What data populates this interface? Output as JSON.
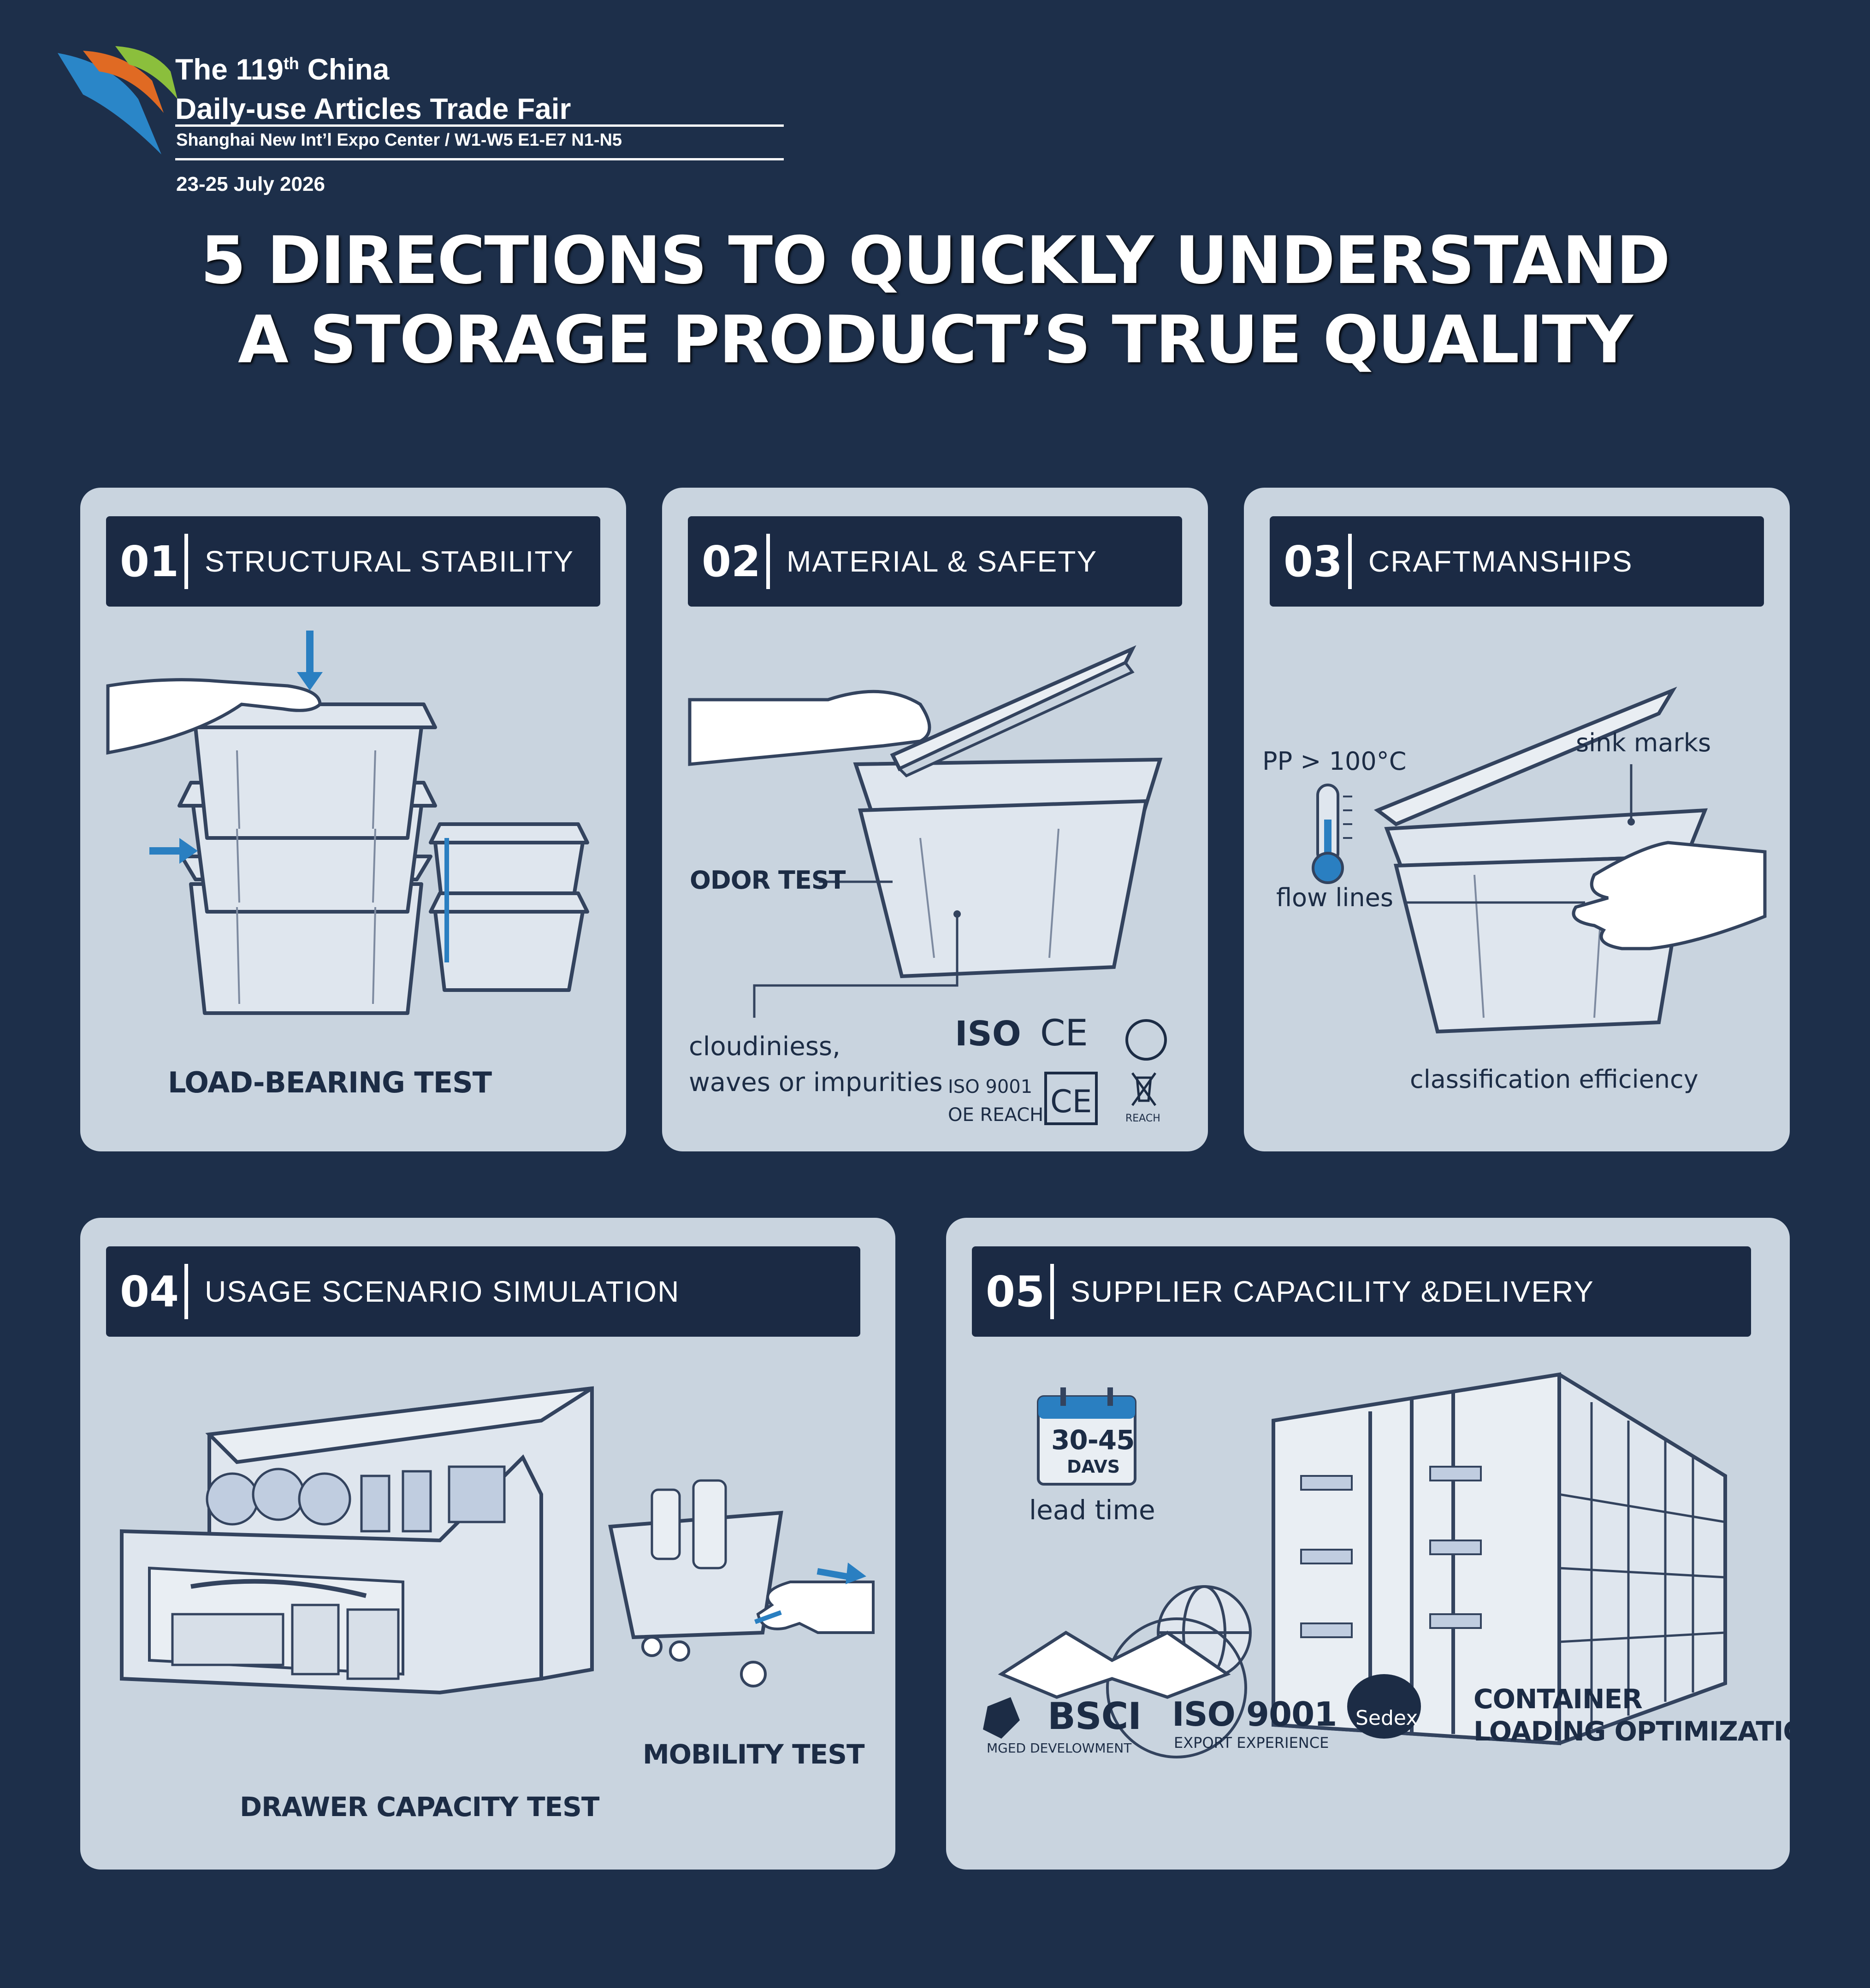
{
  "header": {
    "title_line1_pre": "The 119",
    "title_line1_sup": "th",
    "title_line1_post": " China",
    "title_line2": "Daily-use Articles Trade Fair",
    "venue": "Shanghai New Int’l Expo Center / W1-W5 E1-E7 N1-N5",
    "dates": "23-25 July 2026"
  },
  "main_title": {
    "line1": "5 DIRECTIONS TO QUICKLY UNDERSTAND",
    "line2": "A STORAGE PRODUCT’S TRUE QUALITY"
  },
  "cards": [
    {
      "num": "01",
      "title": "STRUCTURAL STABILITY",
      "caption": "LOAD-BEARING TEST"
    },
    {
      "num": "02",
      "title": "MATERIAL & SAFETY",
      "odor": "ODOR TEST",
      "cloud1": "cloudiniess,",
      "cloud2": "waves or impurities",
      "iso1": "ISO 9001",
      "iso2": "OE REACH",
      "iso_logo": "ISO",
      "ce": "CE",
      "reach": "REACH"
    },
    {
      "num": "03",
      "title": "CRAFTMANSHIPS",
      "sink": "sink marks",
      "pp": "PP > 100°C",
      "flow": "flow lines",
      "caption": "classification efficiency"
    },
    {
      "num": "04",
      "title": "USAGE SCENARIO SIMULATION",
      "mobility": "MOBILITY TEST",
      "drawer": "DRAWER CAPACITY TEST"
    },
    {
      "num": "05",
      "title": "SUPPLIER CAPACILITY &DELIVERY",
      "days_num": "30-45",
      "days_unit": "DAVS",
      "lead": "lead time",
      "bsci": "BSCI",
      "bsci_sub": "MGED DEVELOWMENT",
      "iso": "ISO 9001",
      "iso_sub": "EXPORT EXPERIENCE",
      "sedex": "Sedex",
      "cont1": "CONTAINER",
      "cont2": "LOADING OPTIMIZATION"
    }
  ],
  "colors": {
    "background": "#1d2f4a",
    "card": "#c9d4df",
    "bar": "#1b2a44",
    "accent_blue": "#2a7fc1",
    "logo_orange": "#e06a23",
    "logo_green": "#8bbf3c"
  },
  "icons": [
    "fair-logo-icon",
    "down-arrow-icon",
    "right-arrow-icon",
    "thermometer-icon",
    "calendar-icon",
    "globe-icon",
    "handshake-icon",
    "container-icon",
    "iso-icon",
    "ce-icon",
    "recycle-icon",
    "no-bin-icon",
    "bsci-icon",
    "sedex-icon"
  ]
}
